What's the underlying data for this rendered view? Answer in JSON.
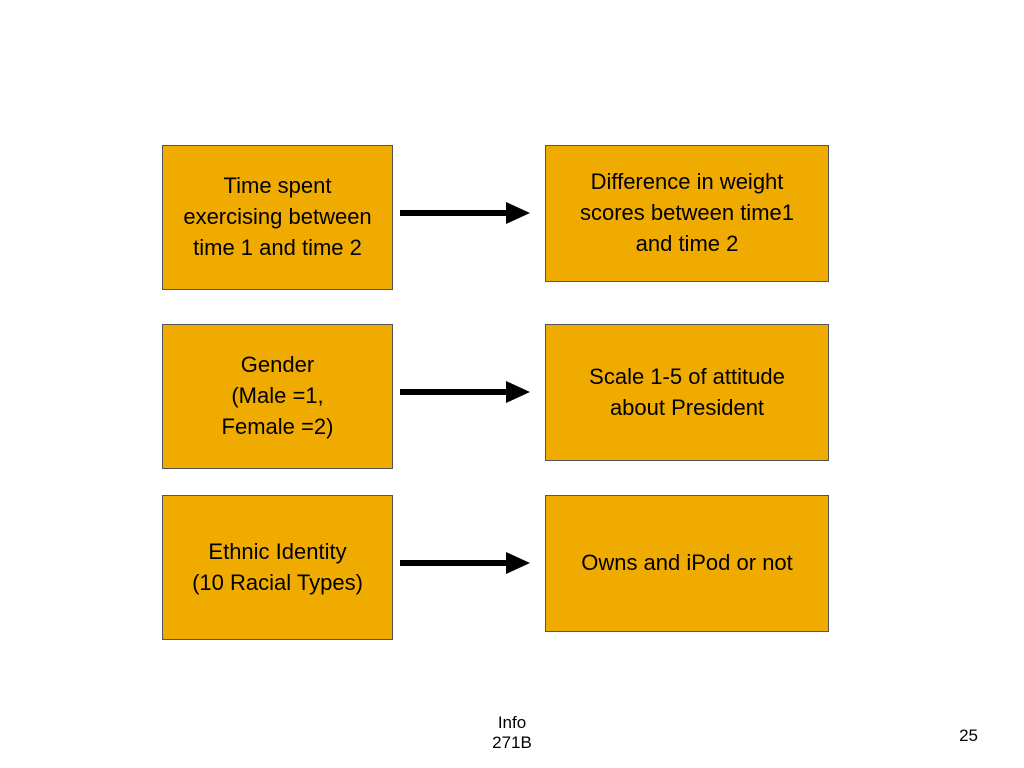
{
  "slide": {
    "rows": [
      {
        "left": "Time spent\nexercising between\ntime 1 and time 2",
        "right": "Difference in weight\nscores between time1\nand time 2"
      },
      {
        "left": "Gender\n(Male =1,\nFemale =2)",
        "right": "Scale 1-5 of attitude\nabout President"
      },
      {
        "left": "Ethnic Identity\n(10 Racial Types)",
        "right": "Owns and iPod or not"
      }
    ],
    "colors": {
      "box_fill": "#f0ab00",
      "box_border": "#555555",
      "arrow": "#000000"
    }
  },
  "footer": {
    "text": "Info\n271B",
    "page_number": "25"
  }
}
